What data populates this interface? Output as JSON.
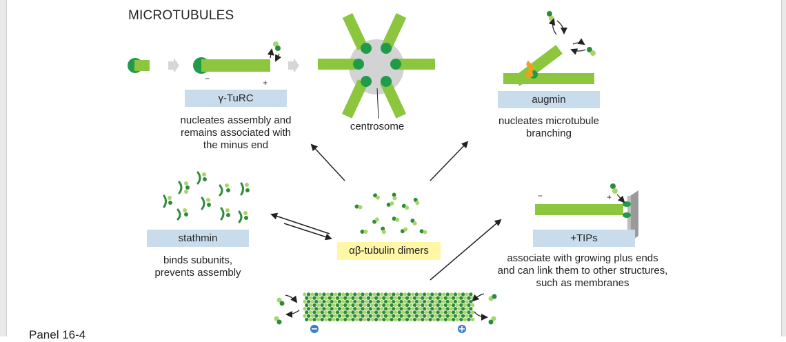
{
  "title": "MICROTUBULES",
  "labels": {
    "gtu_box": "γ-TuRC",
    "gtu_desc": [
      "nucleates assembly and",
      "remains associated with",
      "the minus end"
    ],
    "centrosome": "centrosome",
    "augmin_box": "augmin",
    "augmin_desc": [
      "nucleates microtubule",
      "branching"
    ],
    "stathmin_box": "stathmin",
    "stathmin_desc": [
      "binds subunits,",
      "prevents assembly"
    ],
    "dimers_box": "αβ-tubulin dimers",
    "tips_box": "+TIPs",
    "tips_desc": [
      "associate with growing plus ends",
      "and can link them to other structures,",
      "such as membranes"
    ],
    "minus_sign": "−",
    "plus_sign": "+",
    "caption": "Panel 16-4"
  },
  "colors": {
    "microtubule": "#8cc63f",
    "gamma_tubulin": "#1f9b4a",
    "alpha_tubulin": "#2e8b3c",
    "beta_tubulin": "#a6d56a",
    "label_box": "#c9dcec",
    "dimer_box": "#fff6a6",
    "centrosome": "#d3d3d3",
    "augmin": "#f0a020",
    "plus_end_marker": "#3a7fc4",
    "membrane": "#9a9a9a"
  }
}
